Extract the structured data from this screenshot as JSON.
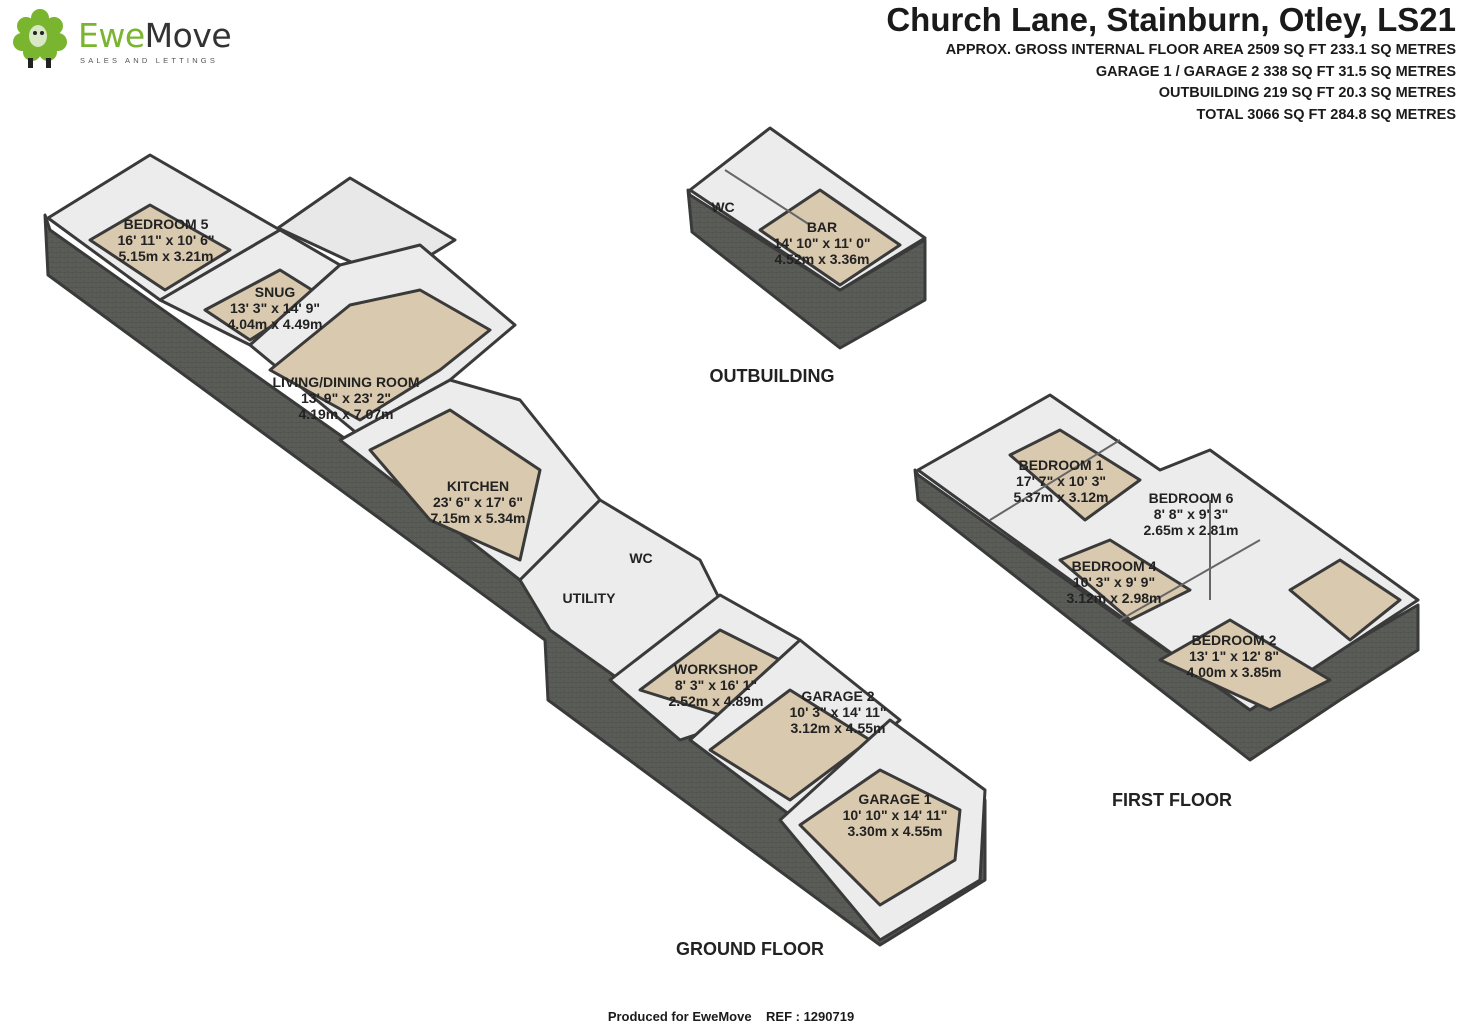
{
  "brand": {
    "name_part1": "Ewe",
    "name_part2": "Move",
    "tagline": "SALES AND LETTINGS",
    "green": "#7ab530"
  },
  "header": {
    "title": "Church Lane, Stainburn, Otley, LS21",
    "areas": [
      "APPROX. GROSS INTERNAL FLOOR AREA 2509 SQ FT 233.1 SQ METRES",
      "GARAGE 1 / GARAGE 2 338 SQ FT 31.5 SQ METRES",
      "OUTBUILDING 219 SQ FT 20.3 SQ METRES",
      "TOTAL 3066 SQ FT 284.8 SQ METRES"
    ]
  },
  "floors": {
    "ground": "GROUND FLOOR",
    "first": "FIRST FLOOR",
    "outbuilding": "OUTBUILDING"
  },
  "rooms": {
    "bedroom5": {
      "name": "BEDROOM 5",
      "imperial": "16' 11\" x 10' 6\"",
      "metric": "5.15m x 3.21m"
    },
    "snug": {
      "name": "SNUG",
      "imperial": "13' 3\" x 14' 9\"",
      "metric": "4.04m x 4.49m"
    },
    "living": {
      "name": "LIVING/DINING ROOM",
      "imperial": "13' 9\" x 23' 2\"",
      "metric": "4.19m x 7.07m"
    },
    "kitchen": {
      "name": "KITCHEN",
      "imperial": "23' 6\" x 17' 6\"",
      "metric": "7.15m x 5.34m"
    },
    "wc_ground": {
      "name": "WC"
    },
    "utility": {
      "name": "UTILITY"
    },
    "workshop": {
      "name": "WORKSHOP",
      "imperial": "8' 3\" x 16' 1\"",
      "metric": "2.52m x 4.89m"
    },
    "garage2": {
      "name": "GARAGE 2",
      "imperial": "10' 3\" x 14' 11\"",
      "metric": "3.12m x 4.55m"
    },
    "garage1": {
      "name": "GARAGE 1",
      "imperial": "10' 10\" x 14' 11\"",
      "metric": "3.30m x 4.55m"
    },
    "wc_out": {
      "name": "WC"
    },
    "bar": {
      "name": "BAR",
      "imperial": "14' 10\" x 11' 0\"",
      "metric": "4.52m x 3.36m"
    },
    "bedroom1": {
      "name": "BEDROOM 1",
      "imperial": "17' 7\" x 10' 3\"",
      "metric": "5.37m x 3.12m"
    },
    "bedroom6": {
      "name": "BEDROOM 6",
      "imperial": "8' 8\" x 9' 3\"",
      "metric": "2.65m x 2.81m"
    },
    "bedroom4": {
      "name": "BEDROOM 4",
      "imperial": "10' 3\" x 9' 9\"",
      "metric": "3.12m x 2.98m"
    },
    "bedroom2": {
      "name": "BEDROOM 2",
      "imperial": "13' 1\" x 12' 8\"",
      "metric": "4.00m x 3.85m"
    }
  },
  "footer": {
    "produced": "Produced for EweMove",
    "ref": "REF : 1290719"
  }
}
